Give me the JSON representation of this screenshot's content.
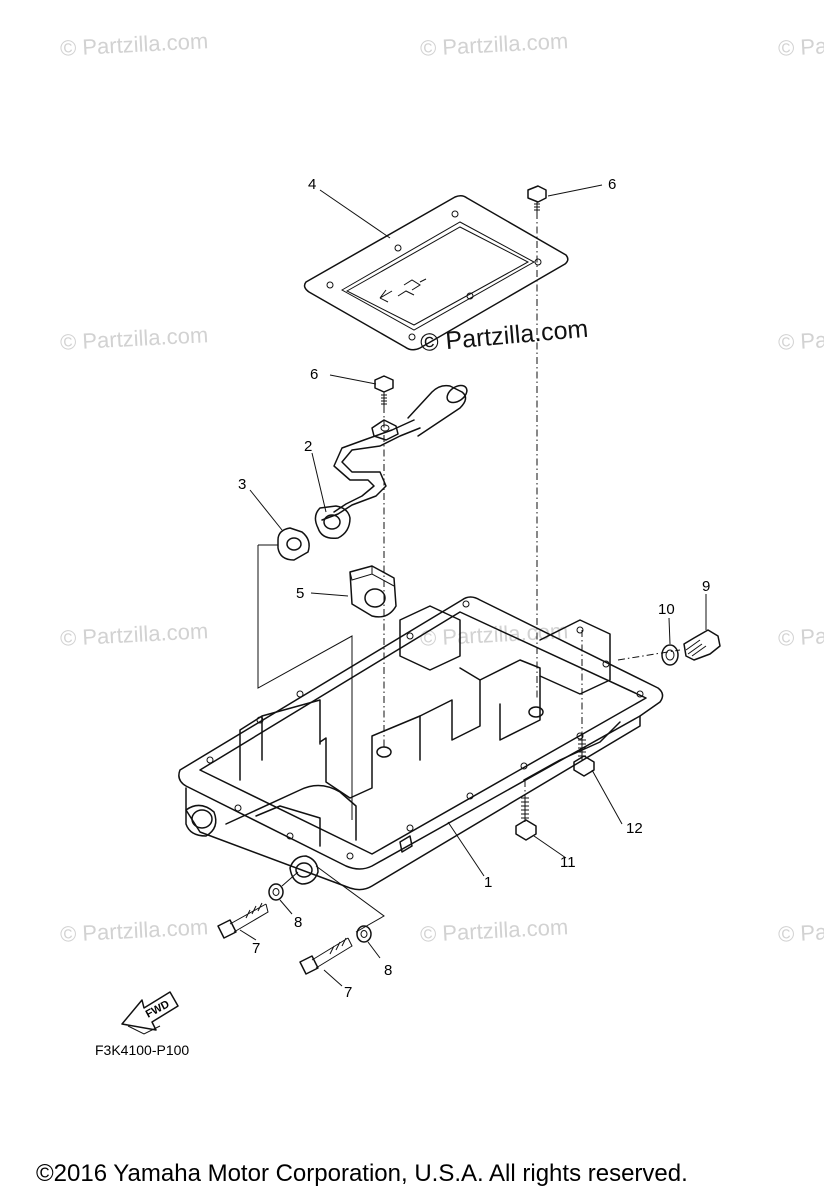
{
  "watermark": {
    "text": "© Partzilla.com"
  },
  "center_watermark": "© Partzilla.com",
  "callouts": {
    "c1": "1",
    "c2": "2",
    "c3": "3",
    "c4": "4",
    "c5": "5",
    "c6a": "6",
    "c6b": "6",
    "c7a": "7",
    "c7b": "7",
    "c8a": "8",
    "c8b": "8",
    "c9": "9",
    "c10": "10",
    "c11": "11",
    "c12": "12"
  },
  "fwd_label": "FWD",
  "figure_code": "F3K4100-P100",
  "copyright": "©2016  Yamaha Motor Corporation, U.S.A. All rights reserved."
}
